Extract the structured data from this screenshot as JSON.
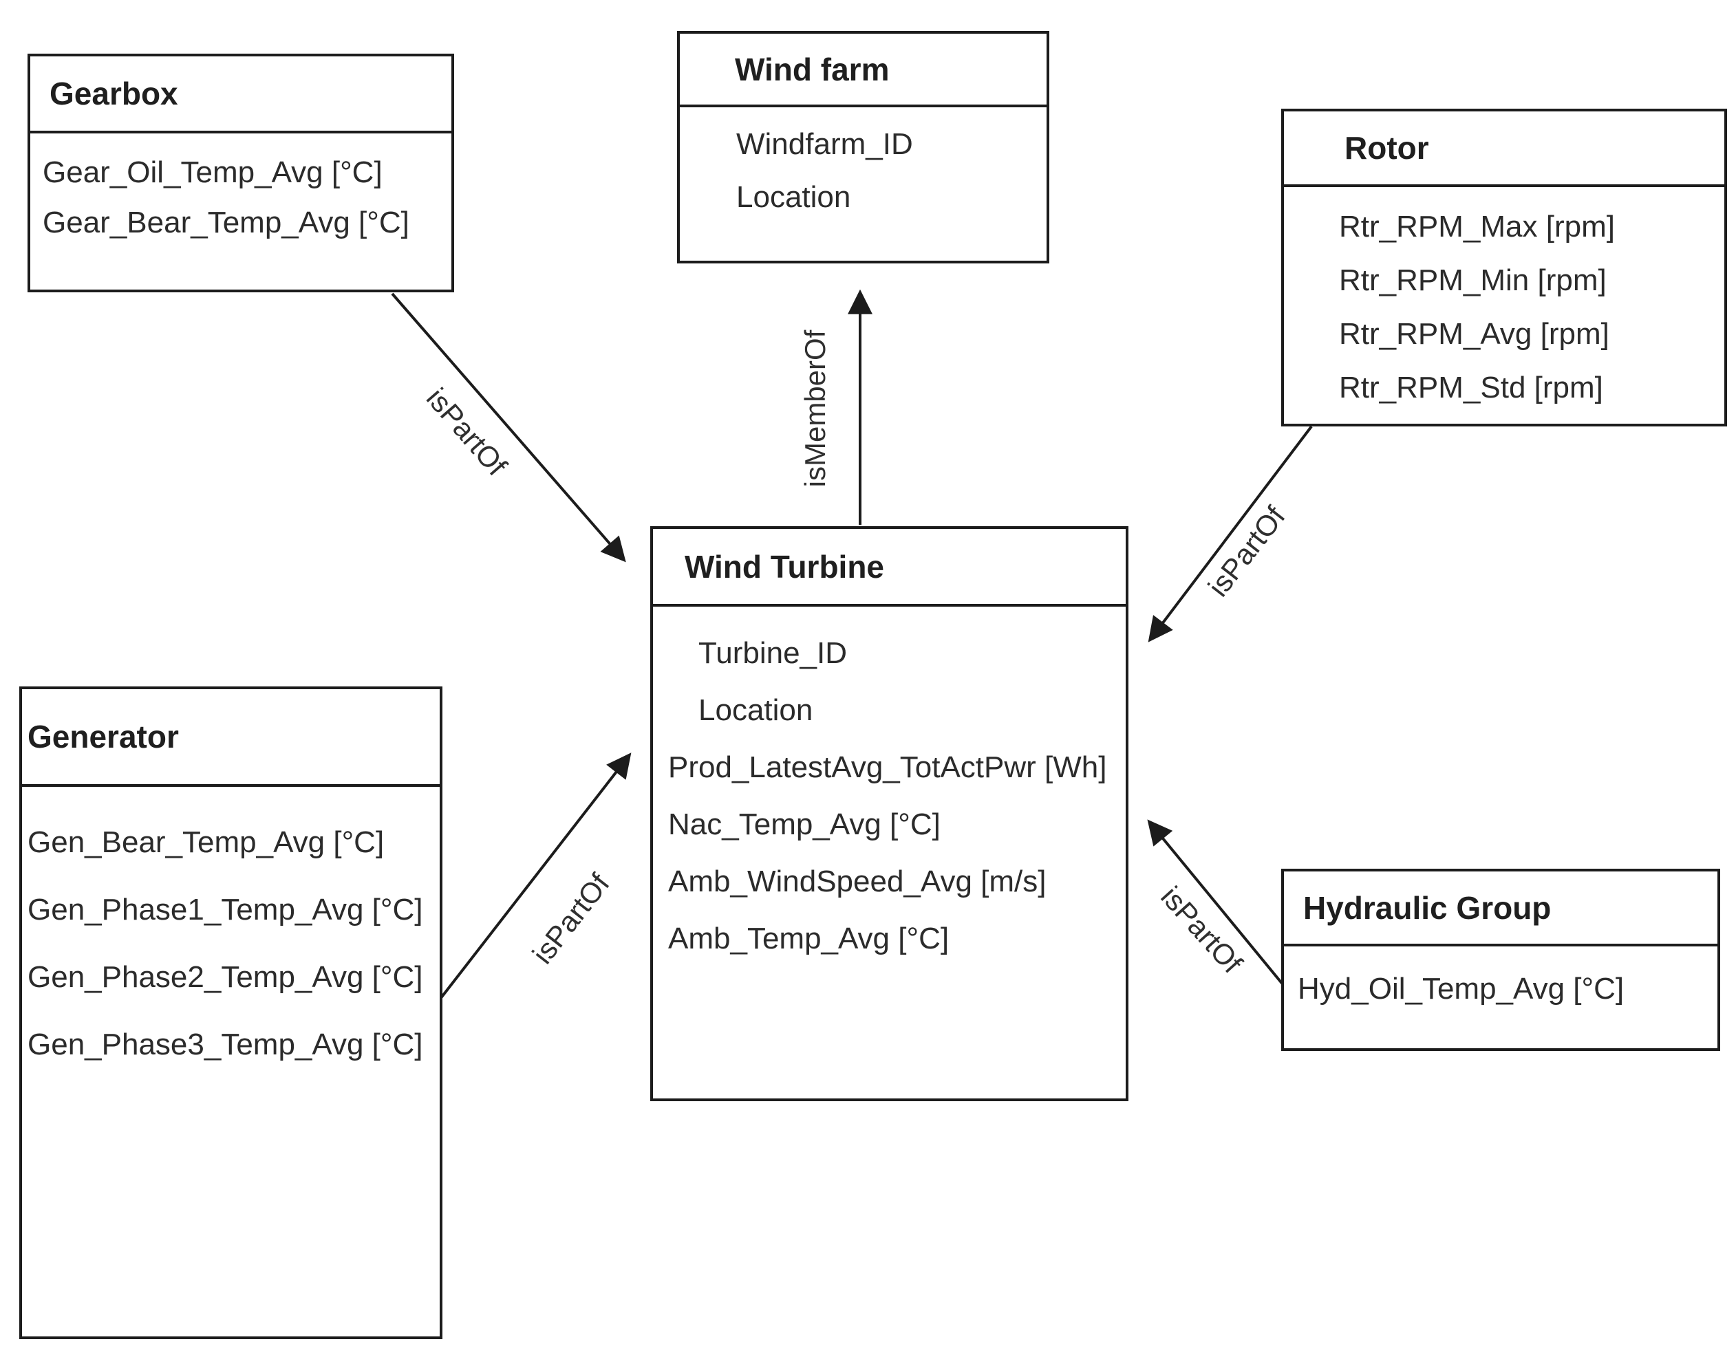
{
  "diagram": {
    "entities": {
      "gearbox": {
        "title": "Gearbox",
        "attributes": [
          "Gear_Oil_Temp_Avg [°C]",
          "Gear_Bear_Temp_Avg [°C]"
        ]
      },
      "windfarm": {
        "title": "Wind farm",
        "attributes": [
          "Windfarm_ID",
          "Location"
        ]
      },
      "rotor": {
        "title": "Rotor",
        "attributes": [
          "Rtr_RPM_Max [rpm]",
          "Rtr_RPM_Min [rpm]",
          "Rtr_RPM_Avg [rpm]",
          "Rtr_RPM_Std [rpm]"
        ]
      },
      "wind_turbine": {
        "title": "Wind Turbine",
        "attributes": [
          "Turbine_ID",
          "Location",
          "Prod_LatestAvg_TotActPwr [Wh]",
          "Nac_Temp_Avg [°C]",
          "Amb_WindSpeed_Avg [m/s]",
          "Amb_Temp_Avg [°C]"
        ]
      },
      "generator": {
        "title": "Generator",
        "attributes": [
          "Gen_Bear_Temp_Avg [°C]",
          "Gen_Phase1_Temp_Avg [°C]",
          "Gen_Phase2_Temp_Avg [°C]",
          "Gen_Phase3_Temp_Avg [°C]"
        ]
      },
      "hydraulic_group": {
        "title": "Hydraulic Group",
        "attributes": [
          "Hyd_Oil_Temp_Avg [°C]"
        ]
      }
    },
    "relations": {
      "gearbox_to_turbine": {
        "label": "isPartOf"
      },
      "turbine_to_windfarm": {
        "label": "isMemberOf"
      },
      "rotor_to_turbine": {
        "label": "isPartOf"
      },
      "generator_to_turbine": {
        "label": "isPartOf"
      },
      "hydraulic_to_turbine": {
        "label": "isPartOf"
      }
    },
    "colors": {
      "line": "#1c1c1c",
      "box_border": "#1c1c1c",
      "background": "#ffffff",
      "text": "#2b2b2b"
    }
  }
}
